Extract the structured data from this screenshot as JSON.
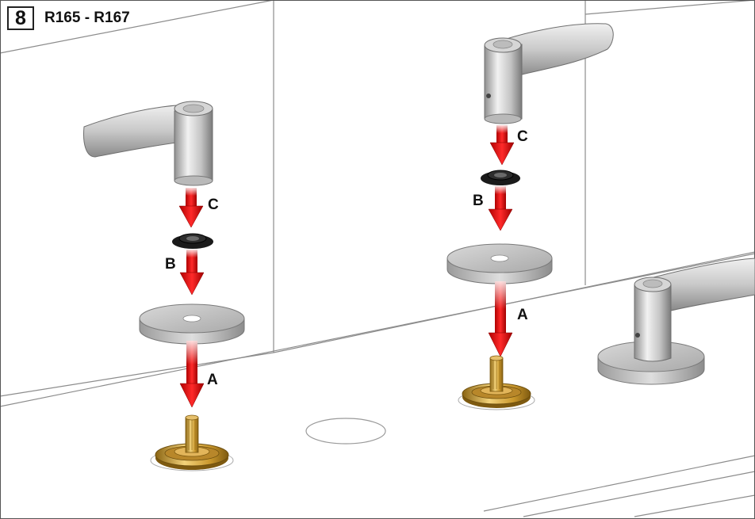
{
  "step_number": "8",
  "title": "R165 - R167",
  "labels": {
    "left_c": "C",
    "left_b": "B",
    "left_a": "A",
    "right_c": "C",
    "right_b": "B",
    "right_a": "A"
  },
  "colors": {
    "arrow": "#e00000",
    "chrome_light": "#e6e6e6",
    "chrome_dark": "#8a8a8a",
    "brass": "#c79a2c",
    "gasket": "#111111",
    "line": "#9a9a9a"
  }
}
